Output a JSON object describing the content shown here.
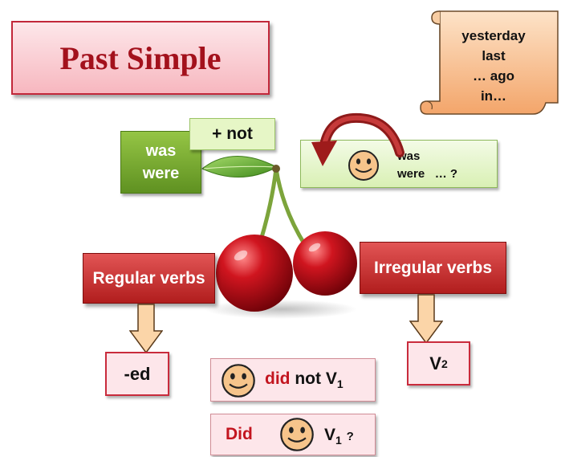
{
  "title": "Past Simple",
  "scroll": {
    "lines": [
      "yesterday",
      "last",
      "… ago",
      "in…"
    ]
  },
  "negative_verbs": {
    "line1": "was",
    "line2": "were",
    "addition": "+ not"
  },
  "question_verbs": {
    "line1": "was",
    "line2": "were",
    "suffix": "… ?"
  },
  "regular": {
    "label": "Regular verbs",
    "result": "-ed"
  },
  "irregular": {
    "label": "Irregular verbs",
    "result": "V",
    "result_sub": "2"
  },
  "negative_form": {
    "did": "did",
    "rest": "not V",
    "sub": "1"
  },
  "question_form": {
    "did": "Did",
    "rest": "V",
    "sub": "1",
    "mark": "?"
  },
  "colors": {
    "title_text": "#a3111c",
    "red_box": "#c42a2a",
    "green_box": "#6fa12c",
    "light_green": "#e6f6c6",
    "pink": "#fde6ea",
    "scroll": "#f6b77f",
    "cherry": "#c0101a"
  }
}
